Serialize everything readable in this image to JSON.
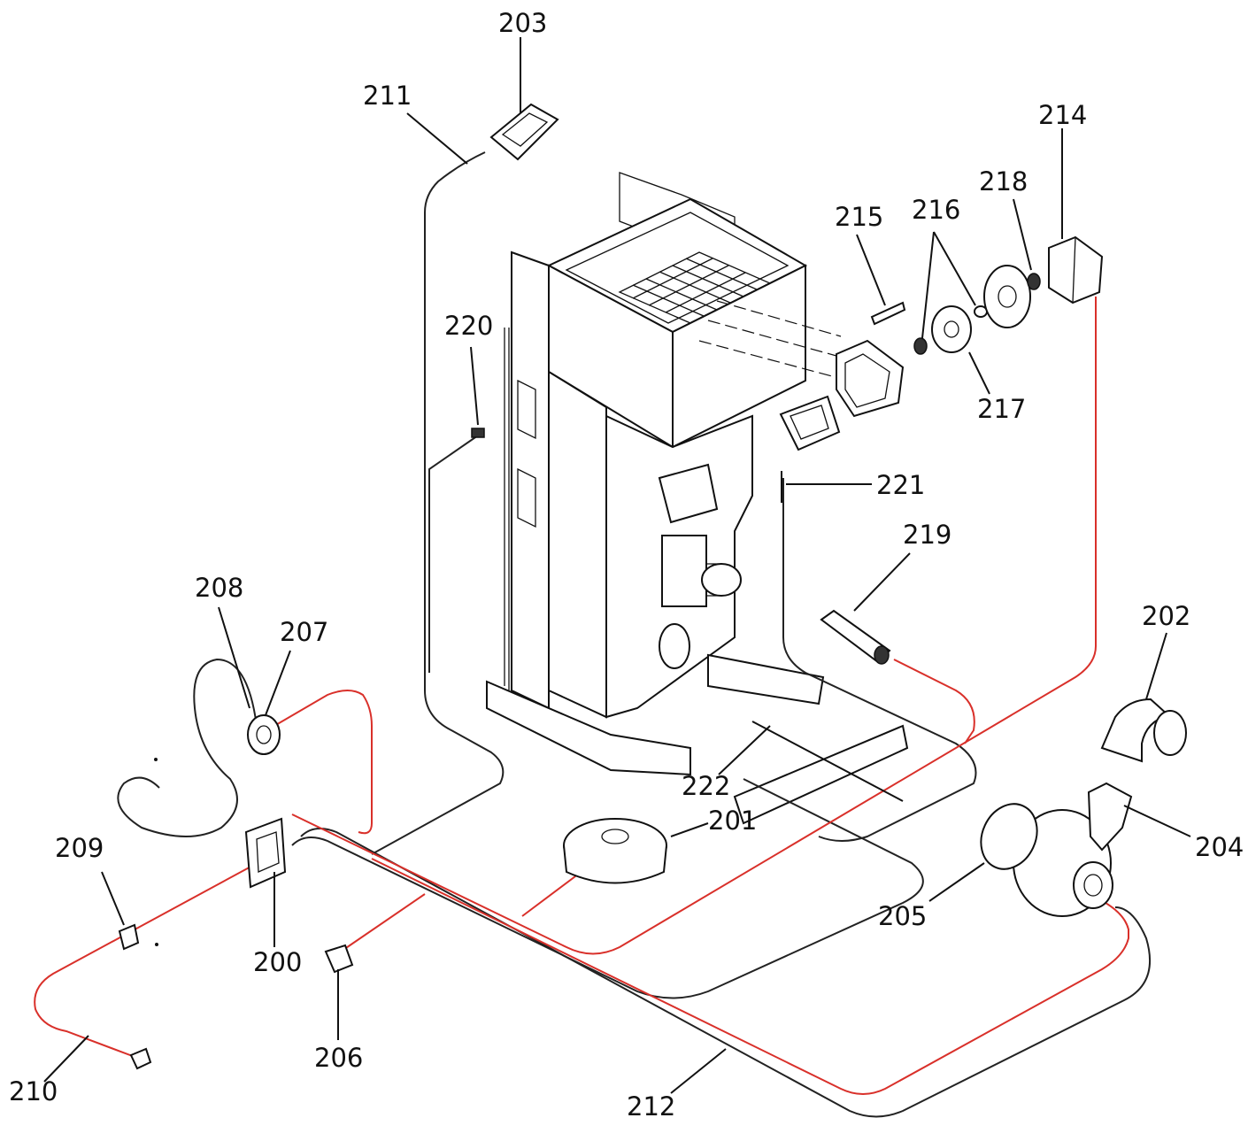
{
  "colors": {
    "ink": "#111111",
    "wire_red": "#d9302a",
    "background": "#ffffff"
  },
  "labels": {
    "l200": "200",
    "l201": "201",
    "l202": "202",
    "l203": "203",
    "l204": "204",
    "l205": "205",
    "l206": "206",
    "l207": "207",
    "l208": "208",
    "l209": "209",
    "l210": "210",
    "l211": "211",
    "l212": "212",
    "l214": "214",
    "l215": "215",
    "l216": "216",
    "l217": "217",
    "l218": "218",
    "l219": "219",
    "l220": "220",
    "l221": "221",
    "l222": "222"
  }
}
